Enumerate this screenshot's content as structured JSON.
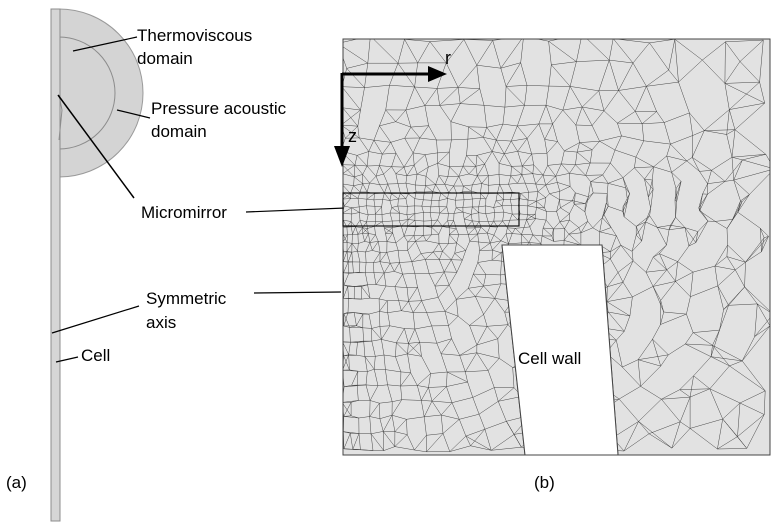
{
  "labels": {
    "thermoviscous_line1": "Thermoviscous",
    "thermoviscous_line2": "domain",
    "pressure_line1": "Pressure acoustic",
    "pressure_line2": "domain",
    "micromirror": "Micromirror",
    "symmetric_line1": "Symmetric",
    "symmetric_line2": "axis",
    "cell": "Cell",
    "cell_wall": "Cell wall",
    "axis_r": "r",
    "axis_z": "z",
    "panel_a": "(a)",
    "panel_b": "(b)"
  },
  "colors": {
    "domain_fill": "#e2e2e2",
    "inner_domain_fill": "#d9d9d9",
    "mesh_line": "#333333",
    "cell_fill": "#d8d8d8"
  }
}
